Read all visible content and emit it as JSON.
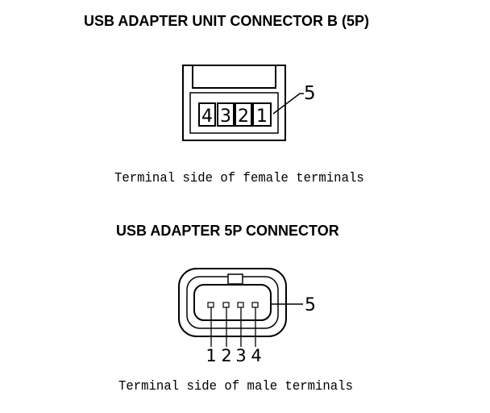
{
  "diagram": {
    "female": {
      "title": "USB ADAPTER UNIT CONNECTOR B (5P)",
      "caption": "Terminal side of female terminals",
      "pins": [
        "4",
        "3",
        "2",
        "1"
      ],
      "callout": "5"
    },
    "male": {
      "title": "USB ADAPTER 5P CONNECTOR",
      "caption": "Terminal side of male terminals",
      "pins": [
        "1",
        "2",
        "3",
        "4"
      ],
      "callout": "5"
    }
  }
}
